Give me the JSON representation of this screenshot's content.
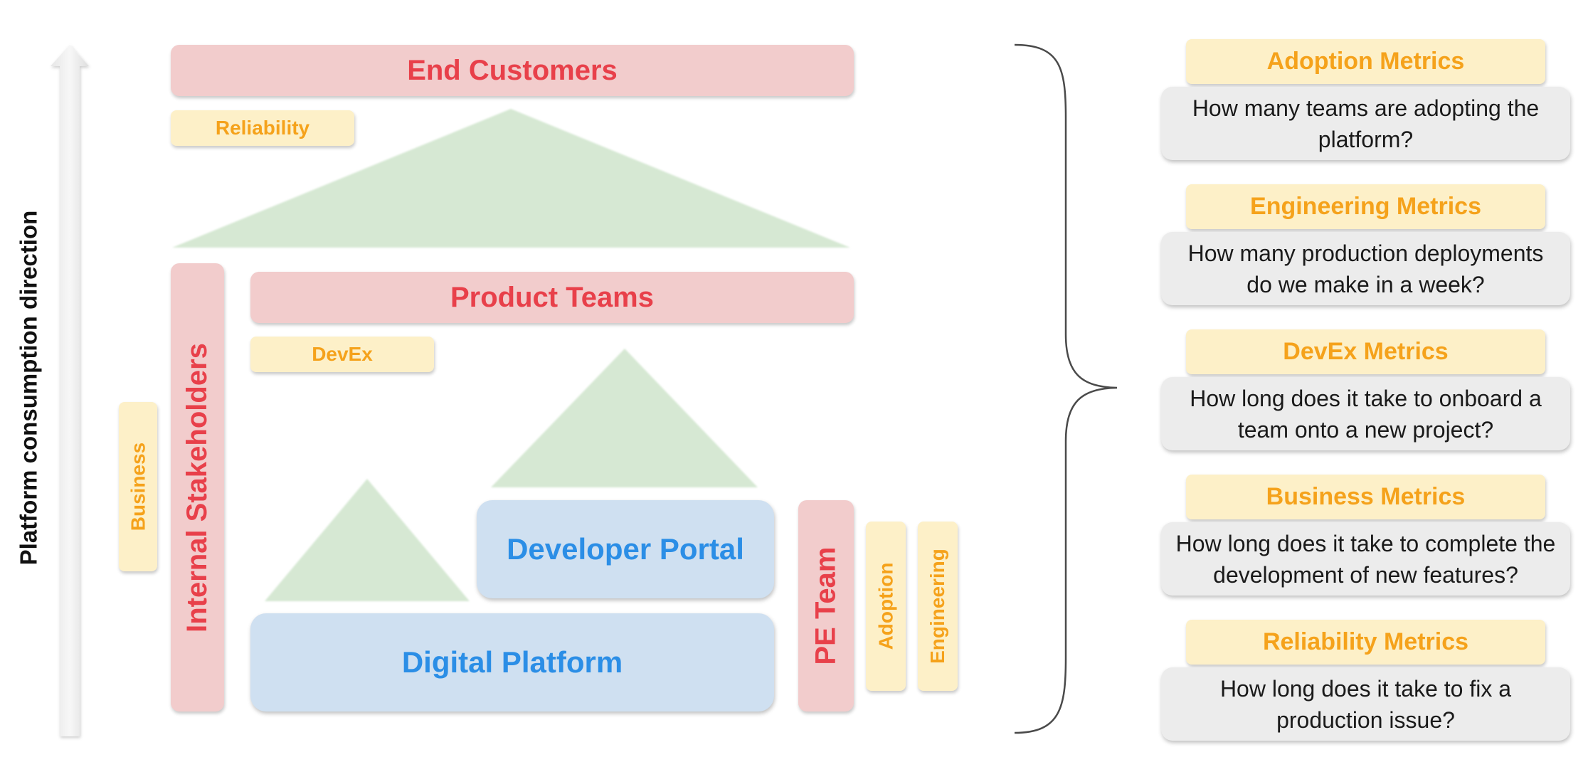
{
  "axis_label": "Platform consumption direction",
  "levels": {
    "end_customers": "End Customers",
    "product_teams": "Product Teams",
    "internal_stakeholders": "Internal Stakeholders",
    "developer_portal": "Developer Portal",
    "digital_platform": "Digital Platform",
    "pe_team": "PE Team"
  },
  "tags": {
    "reliability": "Reliability",
    "devex": "DevEx",
    "business": "Business",
    "adoption": "Adoption",
    "engineering": "Engineering"
  },
  "metrics": [
    {
      "title": "Adoption Metrics",
      "question": "How many teams are adopting the platform?"
    },
    {
      "title": "Engineering Metrics",
      "question": "How many production deployments do we make in a week?"
    },
    {
      "title": "DevEx Metrics",
      "question": "How long does it take to onboard a team onto a new project?"
    },
    {
      "title": "Business Metrics",
      "question": "How long does it take to complete the development of new features?"
    },
    {
      "title": "Reliability Metrics",
      "question": "How long does it take to fix a production issue?"
    }
  ],
  "colors": {
    "red_text": "#e8404a",
    "red_fill": "#f2cccc",
    "orange_text": "#f5a21b",
    "yellow_fill": "#fdf0c8",
    "blue_text": "#2b8ee6",
    "blue_fill": "#cfe0f1",
    "green_fill": "#d6e8d3",
    "gray_fill": "#ececec"
  }
}
